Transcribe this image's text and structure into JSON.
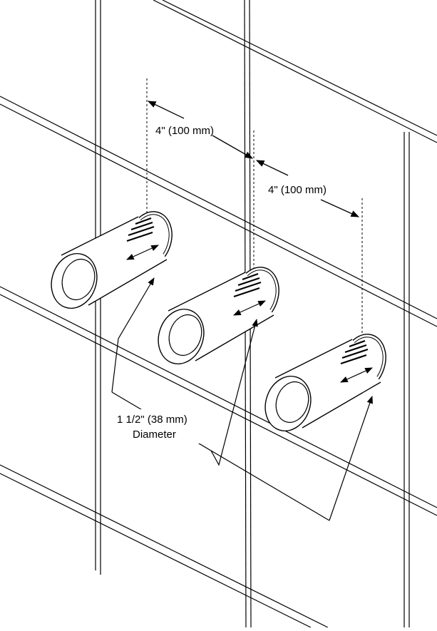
{
  "dimensions": {
    "spacing_upper": "4\" (100 mm)",
    "spacing_lower": "4\" (100 mm)",
    "diameter_value": "1 1/2\" (38 mm)",
    "diameter_word": "Diameter"
  },
  "colors": {
    "line": "#000000",
    "background": "#ffffff"
  },
  "sleeves": [
    {
      "id": "left",
      "icon": "sleeve-icon"
    },
    {
      "id": "center",
      "icon": "sleeve-icon"
    },
    {
      "id": "right",
      "icon": "sleeve-icon"
    }
  ]
}
